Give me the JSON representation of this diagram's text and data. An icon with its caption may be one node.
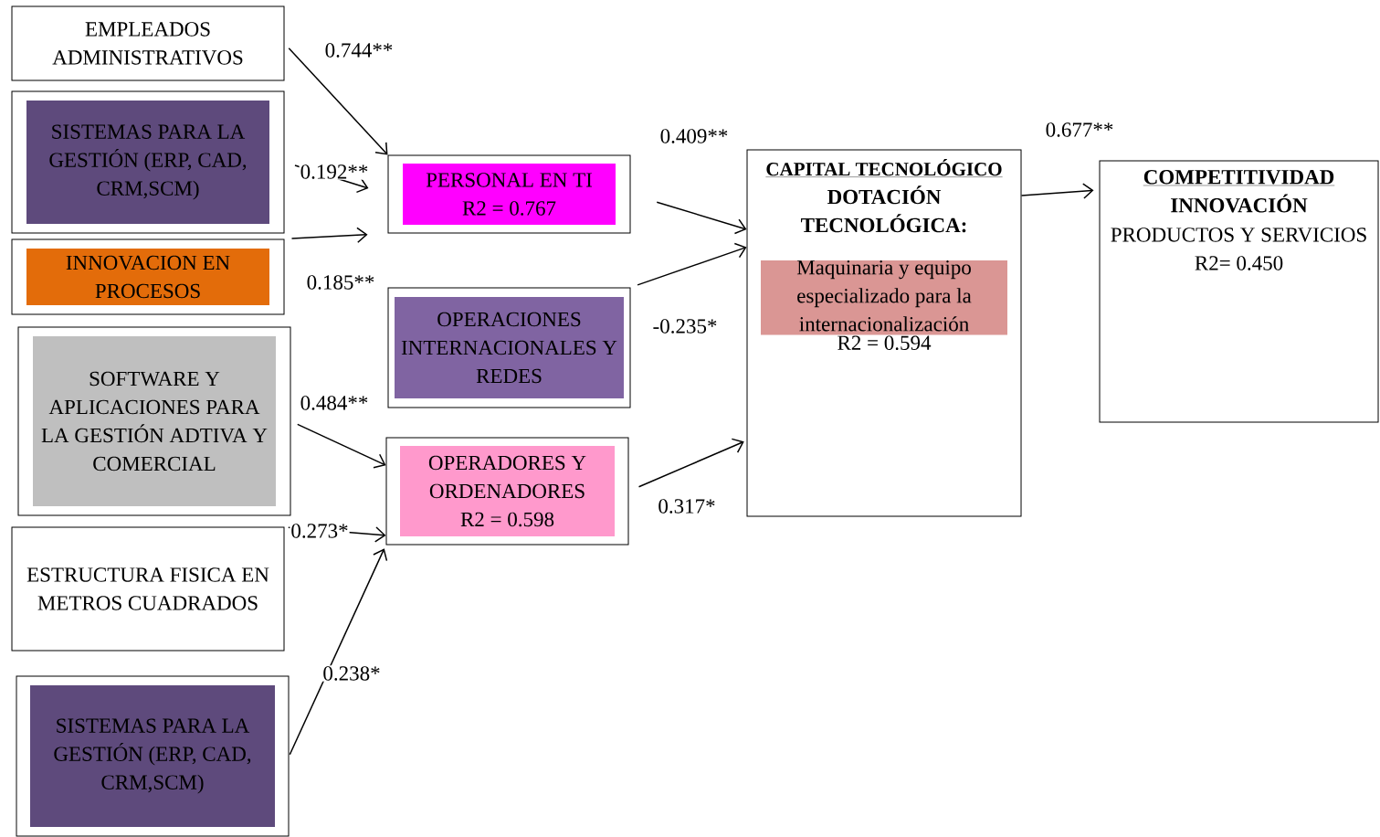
{
  "diagram": {
    "nodes": [
      {
        "text": [
          "EMPLEADOS ADMINISTRATIVOS"
        ]
      },
      {
        "text": [
          "SISTEMAS PARA LA GESTIÓN (ERP, CAD, CRM,SCM)"
        ]
      },
      {
        "text": [
          "INNOVACION EN PROCESOS"
        ]
      },
      {
        "text": [
          "SOFTWARE Y APLICACIONES PARA LA GESTIÓN ADTIVA Y COMERCIAL"
        ]
      },
      {
        "text": [
          "ESTRUCTURA FISICA EN METROS CUADRADOS"
        ]
      },
      {
        "text": [
          "SISTEMAS PARA LA GESTIÓN (ERP, CAD, CRM,SCM)"
        ]
      },
      {
        "text": [
          "PERSONAL EN TI",
          "R2 = 0.767"
        ]
      },
      {
        "text": [
          "OPERACIONES INTERNACIONALES Y REDES"
        ]
      },
      {
        "text": [
          "OPERADORES Y ORDENADORES",
          "R2 = 0.598"
        ]
      },
      {
        "text": [
          "CAPITAL TECNOLÓGICO",
          "DOTACIÓN TECNOLÓGICA:",
          "Maquinaria y equipo especializado para la internacionalización",
          "R2 = 0.594"
        ]
      },
      {
        "text": [
          "COMPETITIVIDAD",
          "INNOVACIÓN",
          "PRODUCTOS Y SERVICIOS",
          "R2= 0.450"
        ]
      }
    ],
    "edges": [
      {
        "from": 0,
        "to": 6,
        "arrow": "to",
        "label": "0.744**"
      },
      {
        "from": 1,
        "to": 6,
        "arrow": "to",
        "label": "0.192**"
      },
      {
        "from": 2,
        "to": 6,
        "arrow": "to",
        "label": "0.185**"
      },
      {
        "from": 3,
        "to": 8,
        "arrow": "to",
        "label": "0.484**"
      },
      {
        "from": 4,
        "to": 8,
        "arrow": "to",
        "label": "0.273*"
      },
      {
        "from": 5,
        "to": 8,
        "arrow": "to",
        "label": "0.238*"
      },
      {
        "from": 6,
        "to": 9,
        "arrow": "to",
        "label": "0.409**"
      },
      {
        "from": 7,
        "to": 9,
        "arrow": "to",
        "label": "-0.235*"
      },
      {
        "from": 8,
        "to": 9,
        "arrow": "to",
        "label": "0.317*"
      },
      {
        "from": 9,
        "to": 10,
        "arrow": "to",
        "label": "0.677**"
      }
    ]
  }
}
